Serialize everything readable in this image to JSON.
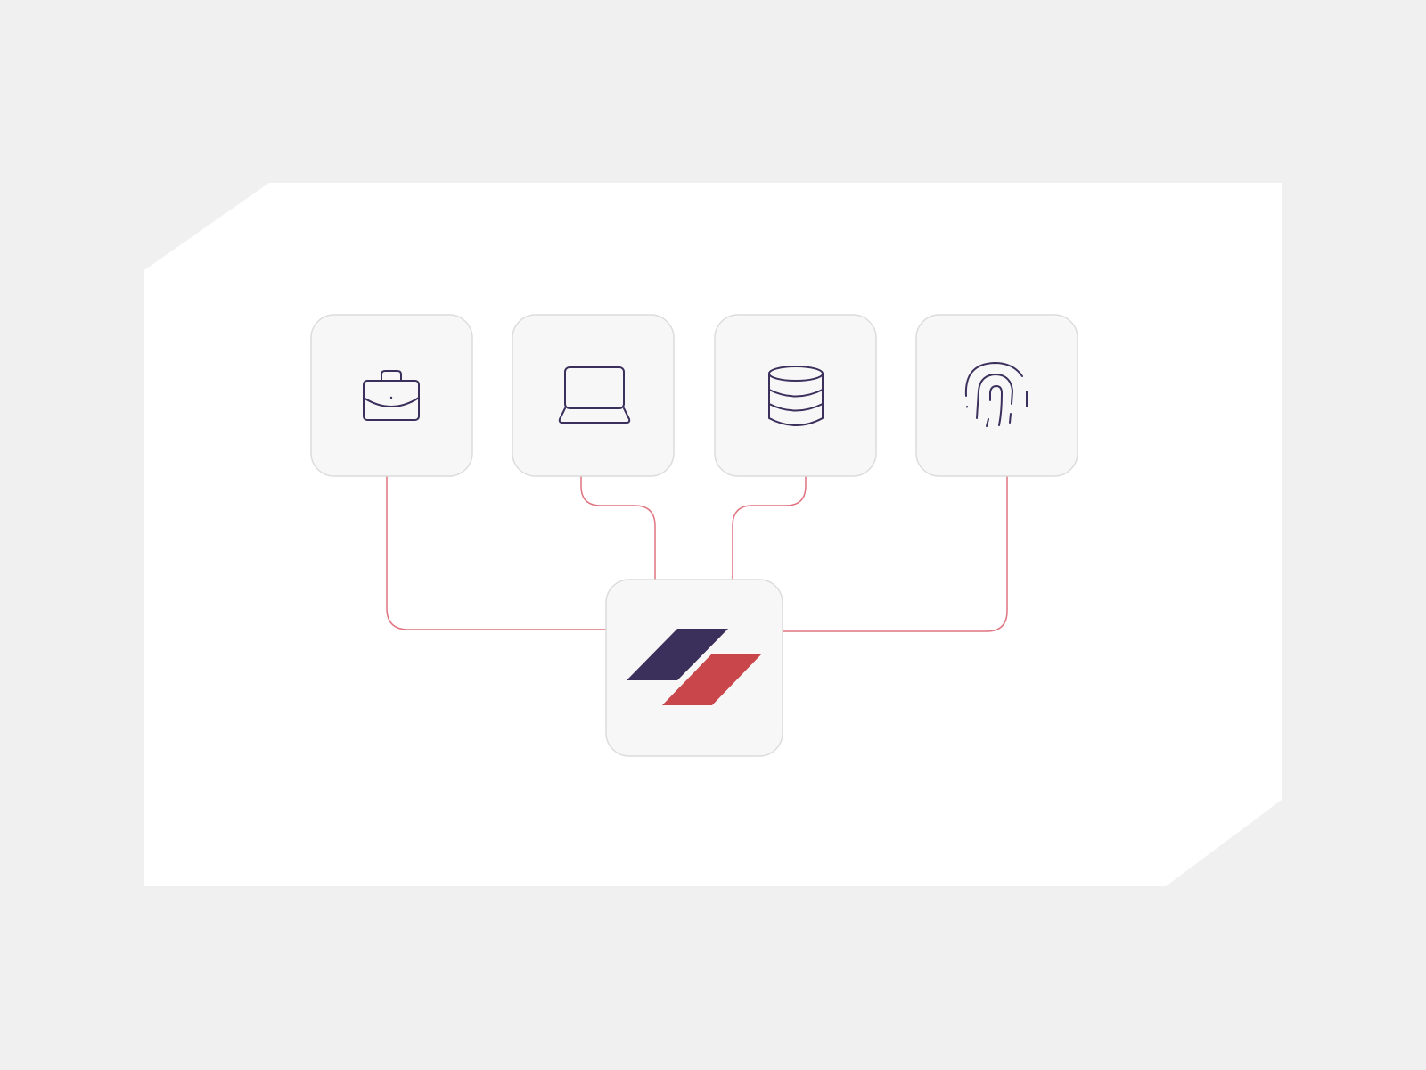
{
  "colors": {
    "page_background": "#f0f0f0",
    "panel_background": "#ffffff",
    "tile_background": "#f7f7f7",
    "tile_border": "#dcdcdc",
    "connector": "#e0737f",
    "icon": "#3b2f5c",
    "logo_primary": "#3b2f5c",
    "logo_accent": "#c9464b"
  },
  "diagram": {
    "source_nodes": [
      {
        "id": "briefcase",
        "icon": "briefcase-icon"
      },
      {
        "id": "laptop",
        "icon": "laptop-icon"
      },
      {
        "id": "database",
        "icon": "database-icon"
      },
      {
        "id": "fingerprint",
        "icon": "fingerprint-icon"
      }
    ],
    "hub_node": {
      "id": "hub",
      "icon": "brand-logo-icon"
    },
    "edges": [
      {
        "from": "briefcase",
        "to": "hub"
      },
      {
        "from": "laptop",
        "to": "hub"
      },
      {
        "from": "database",
        "to": "hub"
      },
      {
        "from": "fingerprint",
        "to": "hub"
      }
    ]
  }
}
